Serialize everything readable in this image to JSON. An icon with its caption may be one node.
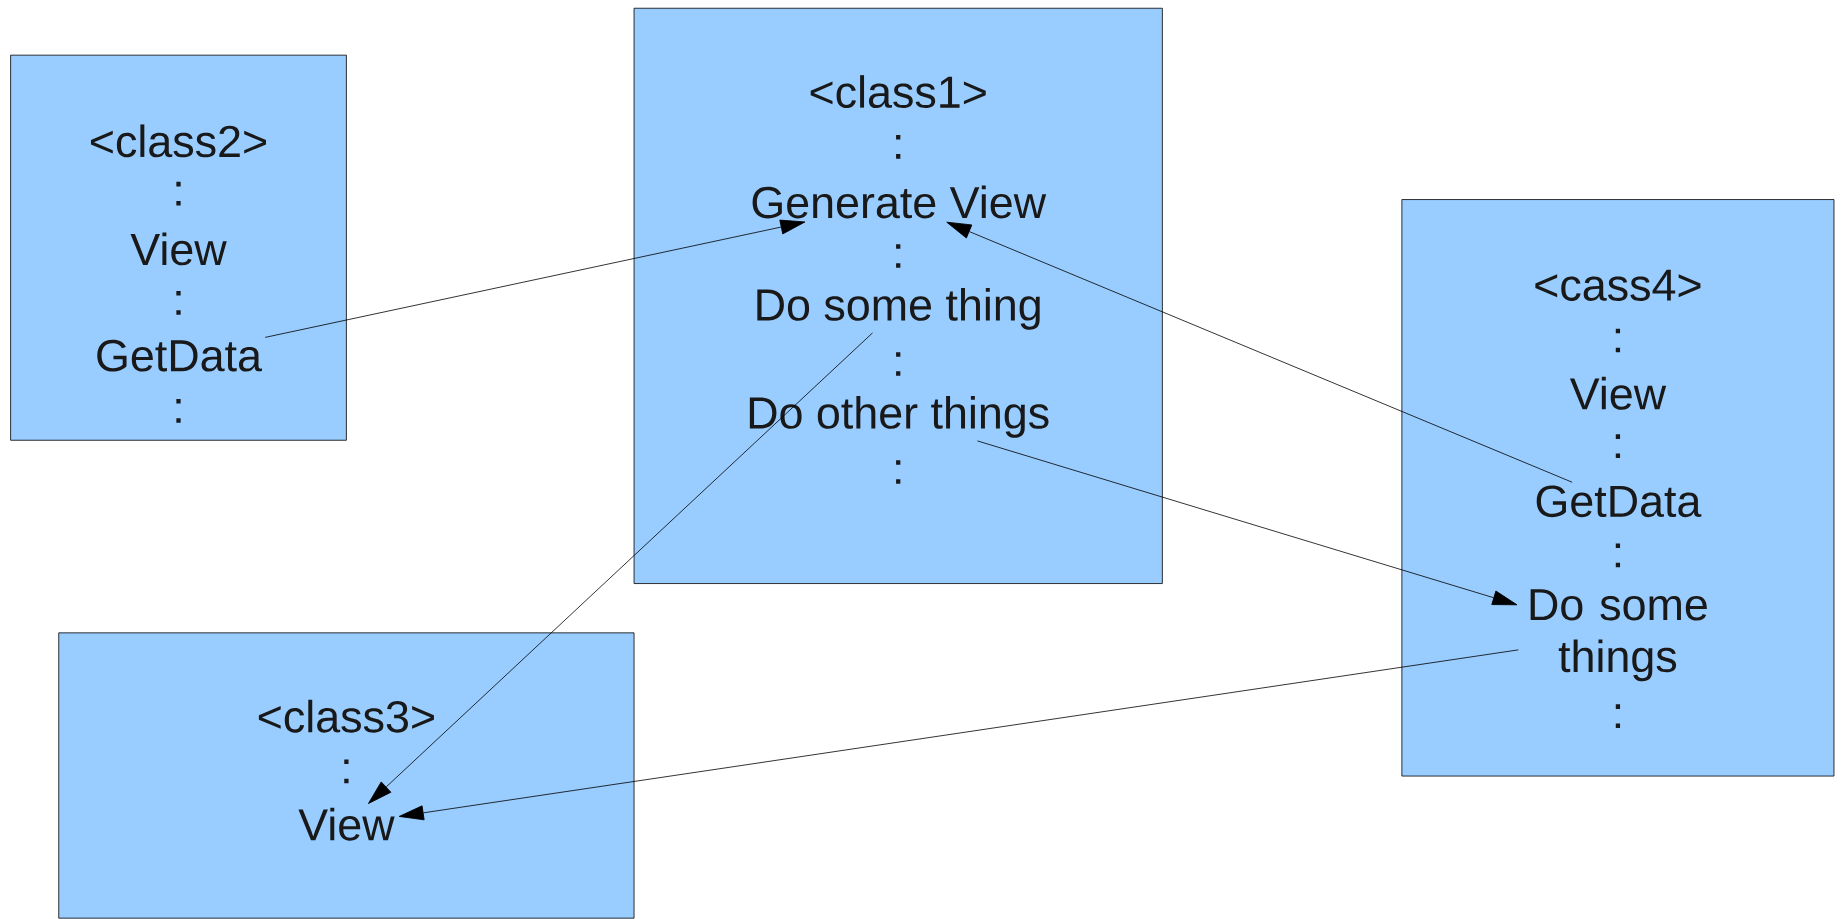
{
  "diagram": {
    "nodes": [
      {
        "text": [
          "<class2>",
          ":",
          ":",
          ":"
        ]
      },
      {
        "text": [
          "View"
        ],
        "in": 0
      },
      {
        "text": [
          "GetData"
        ],
        "in": 0
      },
      {
        "text": [
          "<class1>",
          ":",
          ":",
          ":",
          ":"
        ]
      },
      {
        "text": [
          "Generate View"
        ],
        "in": 3
      },
      {
        "text": [
          "Do some thing"
        ],
        "in": 3
      },
      {
        "text": [
          "Do other things"
        ],
        "in": 3
      },
      {
        "text": [
          "<cass4>",
          ":",
          ":",
          ":",
          ":"
        ]
      },
      {
        "text": [
          "View"
        ],
        "in": 7
      },
      {
        "text": [
          "GetData"
        ],
        "in": 7
      },
      {
        "text": [
          "Do some things"
        ],
        "in": 7
      },
      {
        "text": [
          "<class3>",
          ":"
        ]
      },
      {
        "text": [
          "View"
        ],
        "in": 11
      }
    ],
    "edges": [
      {
        "from": 2,
        "to": 4,
        "arrow": "to"
      },
      {
        "from": 5,
        "to": 12,
        "arrow": "to"
      },
      {
        "from": 9,
        "to": 4,
        "arrow": "to"
      },
      {
        "from": 6,
        "to": 10,
        "arrow": "to"
      },
      {
        "from": 10,
        "to": 12,
        "arrow": "to"
      }
    ]
  }
}
